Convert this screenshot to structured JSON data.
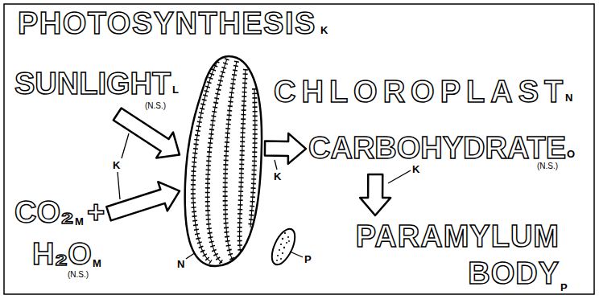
{
  "diagram": {
    "title": "PHOTOSYNTHESIS",
    "nodes": [
      {
        "text": [
          "SUNLIGHT",
          "L",
          "(N.S.)"
        ]
      },
      {
        "text": [
          "CO₂",
          "M",
          "+",
          "H₂O",
          "M",
          "(N.S.)"
        ]
      },
      {
        "text": [
          "CHLOROPLAST",
          "N"
        ]
      },
      {
        "text": [
          "CARBOHYDRATE",
          "O",
          "(N.S.)"
        ]
      },
      {
        "text": [
          "PARAMYLUM BODY",
          "P"
        ]
      }
    ],
    "edges": [
      {
        "from": 0,
        "to": 2,
        "arrow": "to"
      },
      {
        "from": 1,
        "to": 2,
        "arrow": "to"
      },
      {
        "from": 2,
        "to": 3,
        "label": "K",
        "arrow": "to"
      },
      {
        "from": 3,
        "to": 4,
        "label": "K",
        "arrow": "to"
      }
    ],
    "labels": [
      "K",
      "K",
      "N",
      "P"
    ]
  }
}
